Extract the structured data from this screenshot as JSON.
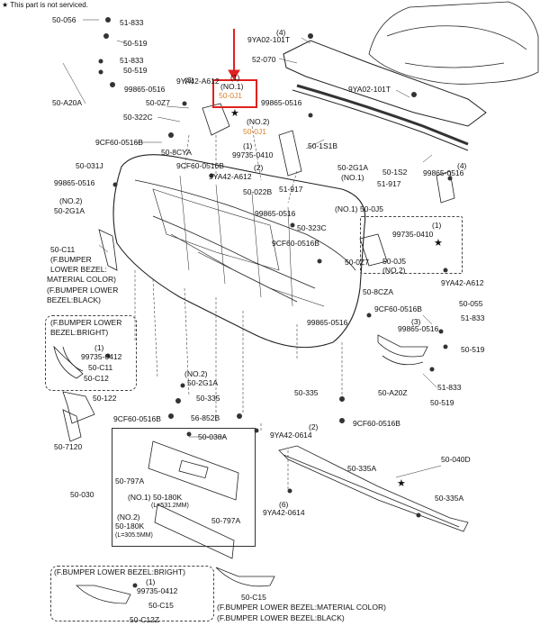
{
  "note": "This part is not serviced.",
  "highlight_color": "#e0211f",
  "accent_text_color": "#d9822b",
  "labels": {
    "l_50_056": "50-056",
    "l_51_833a": "51-833",
    "l_50_519a": "50-519",
    "l_51_833b": "51-833",
    "l_50_519b": "50-519",
    "l_50_a20a": "50-A20A",
    "l_99865_0516a": "99865-0516",
    "l_3a": "(3)",
    "l_9ya42_a612a": "9YA42-A612",
    "l_50_0z7a": "50-0Z7",
    "l_50_322c": "50-322C",
    "l_9cf60_a": "9CF60-0516B",
    "l_50_8cya": "50-8CYA",
    "l_9cf60_b": "9CF60-0516B",
    "l_2a": "(2)",
    "l_9ya42_a612b": "9YA42-A612",
    "l_50_031j": "50-031J",
    "l_99865_0516b": "99865-0516",
    "l_no2a": "(NO.2)",
    "l_50_2g1a_a": "50-2G1A",
    "l_1a": "(1)",
    "l_no1_red": "(NO.1)",
    "l_50_0j1_red": "50-0J1",
    "l_no2_b": "(NO.2)",
    "l_50_0j1_b": "50-0J1",
    "l_1b": "(1)",
    "l_99735_0410a": "99735-0410",
    "l_99865_0516c": "99865-0516",
    "l_4a": "(4)",
    "l_9ya02_101t_a": "9YA02-101T",
    "l_52_070": "52-070",
    "l_9ya02_101t_b": "9YA02-101T",
    "l_50_1s1b": "50-1S1B",
    "l_50_2g1a_b": "50-2G1A",
    "l_no1b": "(NO.1)",
    "l_50_1s2": "50-1S2",
    "l_4b": "(4)",
    "l_99865_0516d": "99865-0516",
    "l_51_917a": "51-917",
    "l_51_917b": "51-917",
    "l_50_022b": "50-022B",
    "l_99865_0516e": "99865-0516",
    "l_no1c": "(NO.1)",
    "l_50_0j5a": "50-0J5",
    "l_1c": "(1)",
    "l_99735_0410b": "99735-0410",
    "l_50_0j5b": "50-0J5",
    "l_no2c": "(NO.2)",
    "l_9ya42_a612c": "9YA42-A612",
    "l_50_323c": "50-323C",
    "l_9cf60_c": "9CF60-0516B",
    "l_50_0z7b": "50-0Z7",
    "l_50_c11": "50-C11",
    "l_fb1": "(F.BUMPER",
    "l_fb2": "LOWER BEZEL:",
    "l_fb3": "MATERIAL COLOR)",
    "l_fb4": "(F.BUMPER LOWER",
    "l_fb5": "BEZEL:BLACK)",
    "l_50_8cza": "50-8CZA",
    "l_9cf60_d": "9CF60-0516B",
    "l_50_055": "50-055",
    "l_51_833c": "51-833",
    "l_99865_0516f": "99865-0516",
    "l_50_519c": "50-519",
    "l_3b": "(3)",
    "l_bright1": "(F.BUMPER LOWER",
    "l_bright2": "BEZEL:BRIGHT)",
    "l_1d": "(1)",
    "l_99735_0412a": "99735-0412",
    "l_50_c11b": "50-C11",
    "l_50_c12": "50-C12",
    "l_50_122": "50-122",
    "l_50_7120": "50-7120",
    "l_no2d": "(NO.2)",
    "l_50_2g1a_c": "50-2G1A",
    "l_50_335a": "50-335",
    "l_9cf60_e": "9CF60-0516B",
    "l_56_852b": "56-852B",
    "l_50_335b": "50-335",
    "l_9cf60_f": "9CF60-0516B",
    "l_50_a20z": "50-A20Z",
    "l_50_519d": "50-519",
    "l_51_833d": "51-833",
    "l_2b": "(2)",
    "l_9ya42_0614a": "9YA42-0614",
    "l_50_038a": "50-038A",
    "l_50_030": "50-030",
    "l_50_797a_a": "50-797A",
    "l_no1d": "(NO.1)",
    "l_50_180k_a": "50-180K",
    "l_len1": "(L=531.2MM)",
    "l_no2e": "(NO.2)",
    "l_50_180k_b": "50-180K",
    "l_len2": "(L=305.5MM)",
    "l_50_797a_b": "50-797A",
    "l_50_040d": "50-040D",
    "l_50_335a_b": "50-335A",
    "l_50_335a_c": "50-335A",
    "l_6": "(6)",
    "l_9ya42_0614b": "9YA42-0614",
    "l_bright3": "(F.BUMPER LOWER BEZEL:BRIGHT)",
    "l_1e": "(1)",
    "l_99735_0412b": "99735-0412",
    "l_50_c15a": "50-C15",
    "l_50_c12z": "50-C12Z",
    "l_50_c15b": "50-C15",
    "l_mat": "(F.BUMPER LOWER BEZEL:MATERIAL COLOR)",
    "l_black": "(F.BUMPER LOWER BEZEL:BLACK)"
  }
}
